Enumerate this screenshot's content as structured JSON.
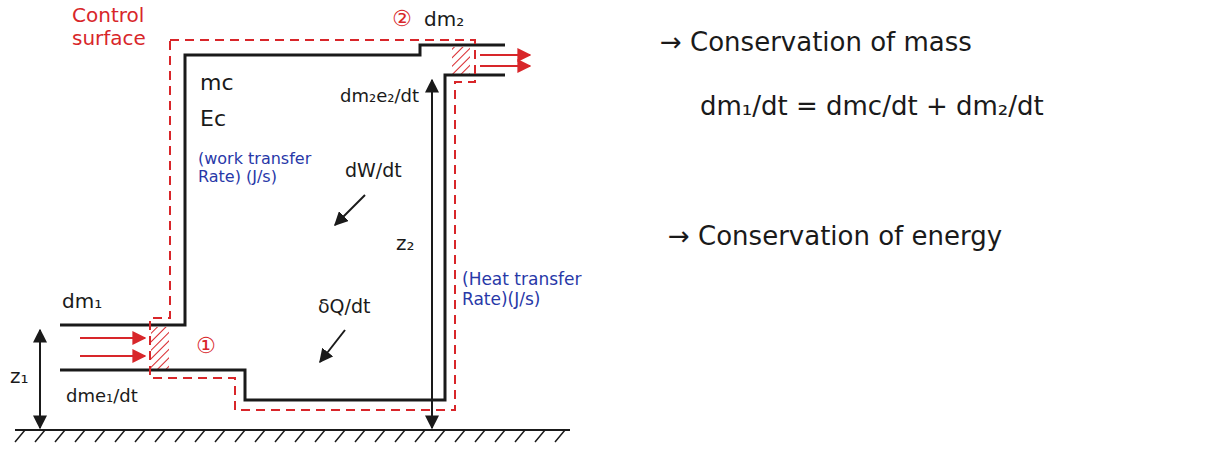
{
  "diagram": {
    "labels": [
      "Control surface",
      "②",
      "dm₂",
      "mc",
      "Ec",
      "dm₂e₂/dt",
      "(work transfer Rate) (J/s)",
      "dW/dt",
      "dm₁",
      "z₂",
      "δQ/dt",
      "(Heat transfer Rate)(J/s)",
      "①",
      "z₁",
      "dme₁/dt",
      "→ Conservation of mass",
      "dm₁/dt = dmc/dt + dm₂/dt",
      "→ Conservation of energy"
    ]
  }
}
